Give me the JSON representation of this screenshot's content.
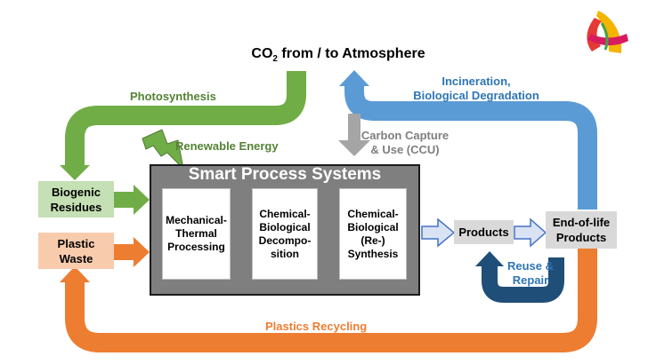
{
  "diagram": {
    "title_prefix": "CO",
    "title_sub": "2",
    "title_suffix": " from / to Atmosphere",
    "labels": {
      "photosynthesis": "Photosynthesis",
      "renewable_energy": "Renewable Energy",
      "incineration_line1": "Incineration,",
      "incineration_line2": "Biological Degradation",
      "ccu_line1": "Carbon Capture",
      "ccu_line2": "& Use (CCU)",
      "reuse_line1": "Reuse &",
      "reuse_line2": "Repair",
      "plastics_recycling": "Plastics Recycling"
    },
    "inputs": {
      "biogenic_line1": "Biogenic",
      "biogenic_line2": "Residues",
      "plastic_line1": "Plastic",
      "plastic_line2": "Waste"
    },
    "process_system": {
      "title": "Smart Process Systems",
      "steps": [
        {
          "line1": "Mechanical-",
          "line2": "Thermal",
          "line3": "Processing",
          "line4": ""
        },
        {
          "line1": "Chemical-",
          "line2": "Biological",
          "line3": "Decompo-",
          "line4": "sition"
        },
        {
          "line1": "Chemical-",
          "line2": "Biological",
          "line3": "(Re-)",
          "line4": "Synthesis"
        }
      ]
    },
    "outputs": {
      "products": "Products",
      "eol_line1": "End-of-life",
      "eol_line2": "Products"
    },
    "colors": {
      "green": "#70ad47",
      "orange": "#ed7d31",
      "blue": "#5b9bd5",
      "dark_blue": "#1f4e79",
      "grey_arrow": "#a5a5a5",
      "label_green": "#548235",
      "label_blue": "#2e75b6",
      "label_grey": "#7f7f7f",
      "biogenic_fill": "#c5e0b4",
      "plastic_fill": "#f8cbad",
      "box_grey": "#d9d9d9",
      "process_fill": "#7f7f7f"
    }
  }
}
